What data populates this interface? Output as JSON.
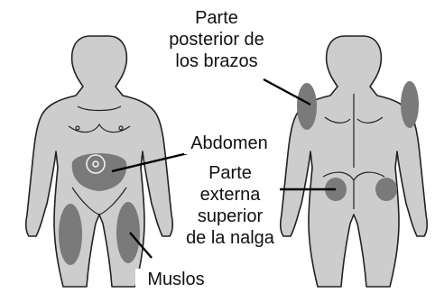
{
  "colors": {
    "body_fill": "#cdcdcd",
    "body_outline": "#222222",
    "site_fill": "#7a7a7a",
    "leader_line": "#000000",
    "text": "#111111"
  },
  "labels": {
    "back_of_arms": [
      "Parte",
      "posterior de",
      "los brazos"
    ],
    "abdomen": [
      "Abdomen"
    ],
    "upper_outer_buttock": [
      "Parte",
      "externa",
      "superior",
      "de la nalga"
    ],
    "thighs": [
      "Muslos"
    ]
  },
  "icons": {
    "front_figure": "human-front-silhouette",
    "back_figure": "human-back-silhouette"
  }
}
